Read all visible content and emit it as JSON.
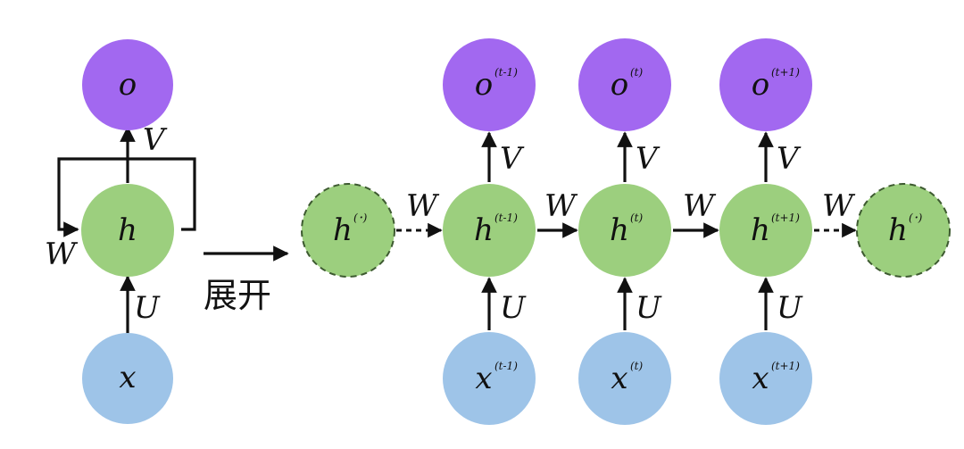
{
  "colors": {
    "output": "#a268f0",
    "hidden": "#9ccf7e",
    "input": "#9ec4e8",
    "ink": "#111111"
  },
  "folded": {
    "output": "o",
    "hidden": "h",
    "input": "x",
    "weight_V": "V",
    "weight_U": "U",
    "weight_W": "W"
  },
  "unfold_label": "展开",
  "unrolled": {
    "boundary_left": {
      "base": "h",
      "sup": "(･)"
    },
    "boundary_right": {
      "base": "h",
      "sup": "(･)"
    },
    "steps": [
      {
        "output": {
          "base": "o",
          "sup": "(t-1)"
        },
        "hidden": {
          "base": "h",
          "sup": "(t-1)"
        },
        "input": {
          "base": "x",
          "sup": "(t-1)"
        }
      },
      {
        "output": {
          "base": "o",
          "sup": "(t)"
        },
        "hidden": {
          "base": "h",
          "sup": "(t)"
        },
        "input": {
          "base": "x",
          "sup": "(t)"
        }
      },
      {
        "output": {
          "base": "o",
          "sup": "(t+1)"
        },
        "hidden": {
          "base": "h",
          "sup": "(t+1)"
        },
        "input": {
          "base": "x",
          "sup": "(t+1)"
        }
      }
    ],
    "weight_V": "V",
    "weight_U": "U",
    "weight_W": "W"
  }
}
